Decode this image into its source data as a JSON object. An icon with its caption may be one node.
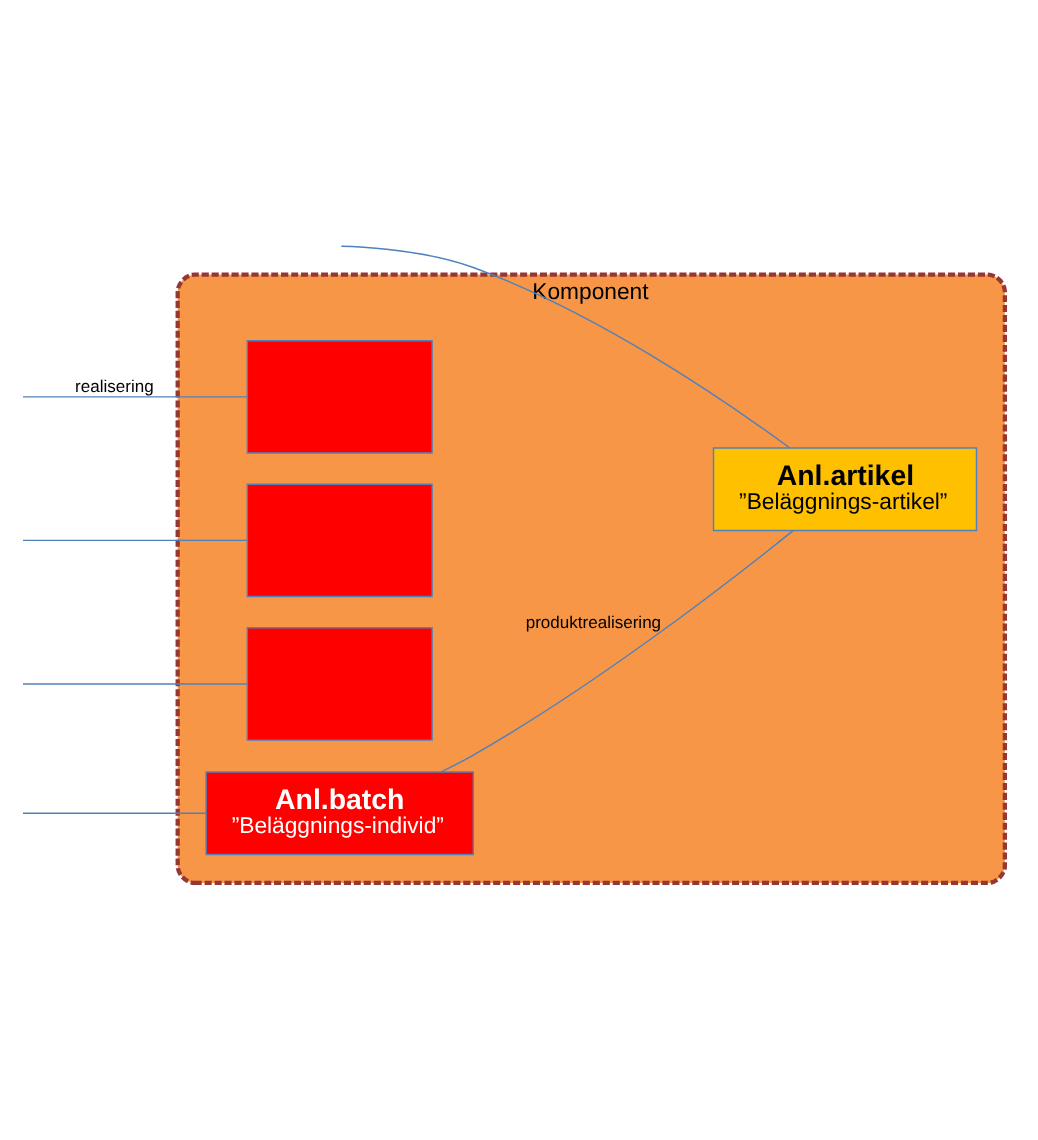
{
  "diagram": {
    "nodes": [
      {
        "text": [
          "Komponent"
        ]
      },
      {
        "text": [],
        "shape": "box",
        "in": 0
      },
      {
        "text": [],
        "shape": "box",
        "in": 0
      },
      {
        "text": [],
        "shape": "box",
        "in": 0
      },
      {
        "text": [
          "Anl.batch",
          "”Beläggnings-individ”"
        ],
        "in": 0
      },
      {
        "text": [
          "Anl.artikel",
          "”Beläggnings-artikel”"
        ],
        "in": 0
      }
    ],
    "edges": [
      {
        "from": null,
        "to": 1,
        "arrow": "none",
        "label": "realisering"
      },
      {
        "from": null,
        "to": 2,
        "arrow": "none"
      },
      {
        "from": null,
        "to": 3,
        "arrow": "none"
      },
      {
        "from": null,
        "to": 4,
        "arrow": "none"
      },
      {
        "from": 4,
        "to": 5,
        "arrow": "none",
        "label": "produktrealisering"
      },
      {
        "from": null,
        "to": 5,
        "arrow": "none"
      }
    ]
  }
}
